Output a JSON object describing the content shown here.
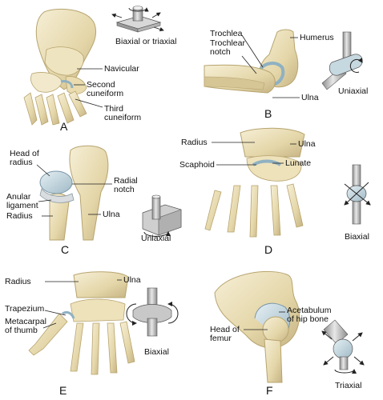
{
  "panels": {
    "A": {
      "letter": "A",
      "joint_icon_caption": "Biaxial or triaxial",
      "labels": [
        "Navicular",
        "Second",
        "cuneiform",
        "Third",
        "cuneiform"
      ]
    },
    "B": {
      "letter": "B",
      "labels": [
        "Trochlea",
        "Trochlear",
        "notch",
        "Humerus",
        "Ulna"
      ],
      "joint_icon_caption": "Uniaxial"
    },
    "C": {
      "letter": "C",
      "labels": [
        "Head of",
        "radius",
        "Radial",
        "notch",
        "Anular",
        "ligament",
        "Radius",
        "Ulna"
      ],
      "joint_icon_caption": "Uniaxial"
    },
    "D": {
      "letter": "D",
      "labels": [
        "Radius",
        "Ulna",
        "Scaphoid",
        "Lunate"
      ],
      "joint_icon_caption": "Biaxial"
    },
    "E": {
      "letter": "E",
      "labels": [
        "Radius",
        "Ulna",
        "Trapezium",
        "Metacarpal",
        "of thumb"
      ],
      "joint_icon_caption": "Biaxial"
    },
    "F": {
      "letter": "F",
      "labels": [
        "Acetabulum",
        "of hip bone",
        "Head of",
        "femur"
      ],
      "joint_icon_caption": "Triaxial"
    }
  },
  "colors": {
    "bone": "#eadfb8",
    "bone_shadow": "#c9b98a",
    "cartilage": "#b9cfd9",
    "joint_icon_metal": "#b8b8b8",
    "joint_icon_light": "#e6e6e6",
    "line": "#222222"
  }
}
